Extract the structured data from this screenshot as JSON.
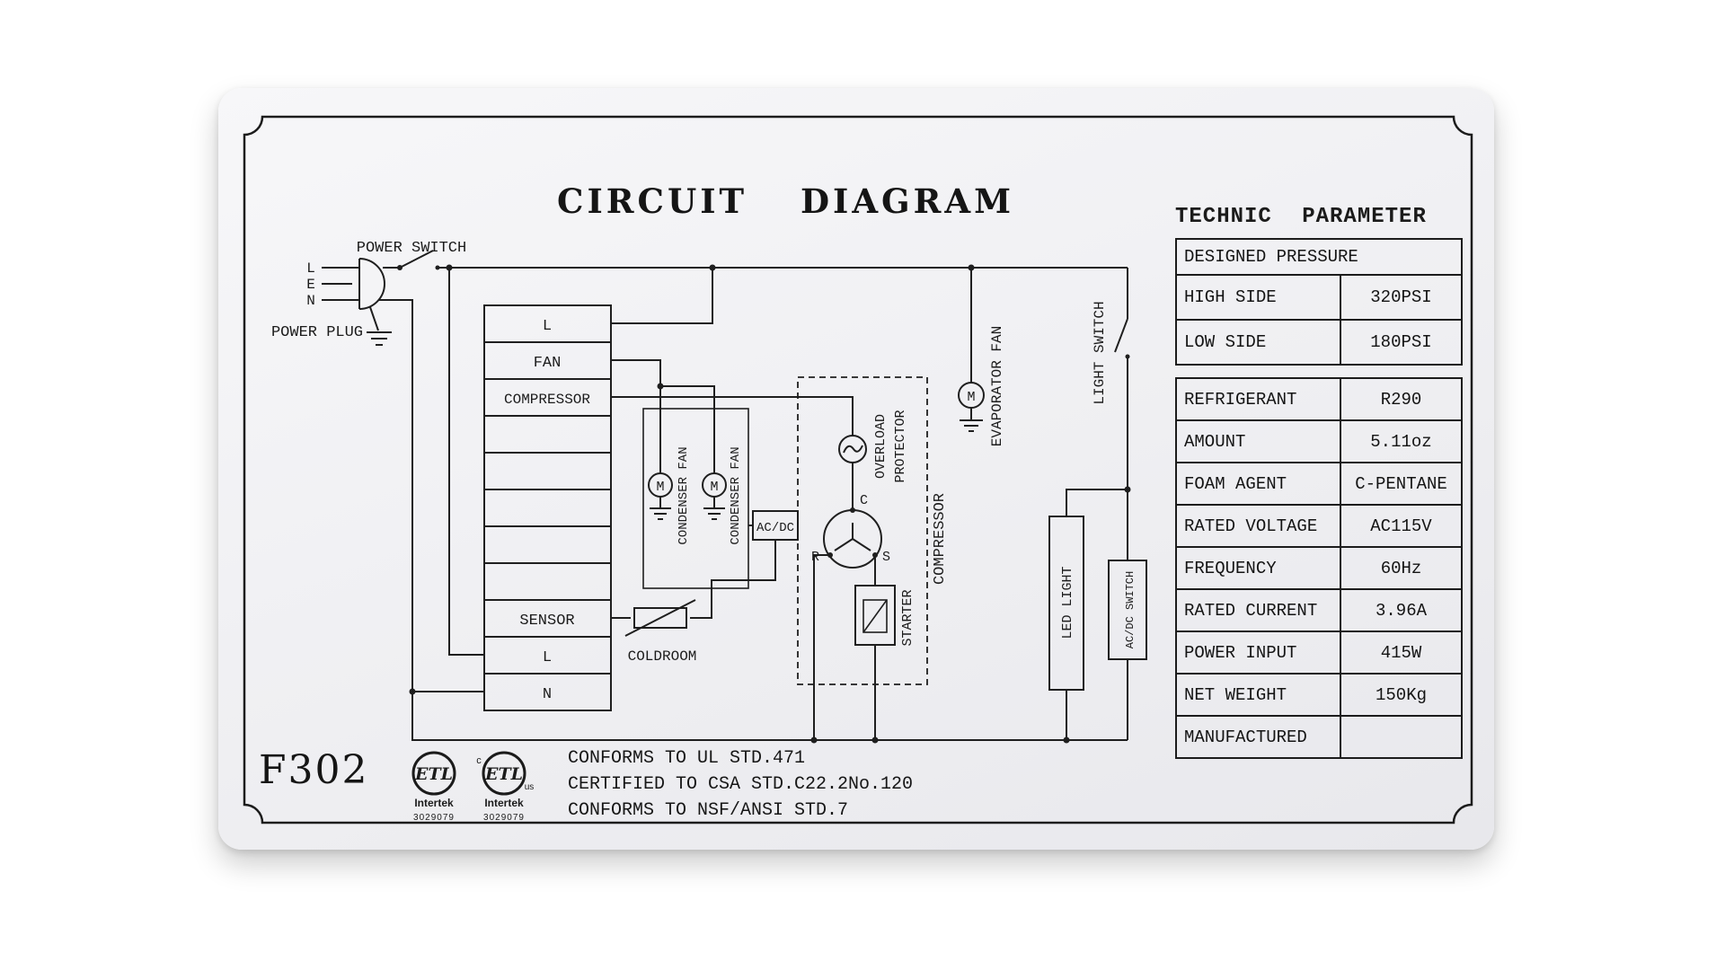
{
  "title": "CIRCUIT DIAGRAM",
  "colors": {
    "ink": "#1f1f1f",
    "label_bg": "#f2f2f4"
  },
  "schematic": {
    "power_switch": "POWER SWITCH",
    "power_plug": "POWER PLUG",
    "plug_pins": [
      "L",
      "E",
      "N"
    ],
    "terminals": [
      "L",
      "FAN",
      "COMPRESSOR",
      "",
      "",
      "",
      "",
      "",
      "SENSOR",
      "L",
      "N"
    ],
    "coldroom": "COLDROOM",
    "condenser_fan": "CONDENSER FAN",
    "acdc": "AC/DC",
    "motor": "M",
    "overload_line1": "OVERLOAD",
    "overload_line2": "PROTECTOR",
    "compressor": "COMPRESSOR",
    "starter": "STARTER",
    "pin_c": "C",
    "pin_r": "R",
    "pin_s": "S",
    "evaporator_fan": "EVAPORATOR FAN",
    "light_switch": "LIGHT SWITCH",
    "led_light": "LED LIGHT",
    "acdc_switch": "AC/DC SWITCH"
  },
  "technic": {
    "heading": "TECHNIC PARAMETER",
    "pressure_header": "DESIGNED PRESSURE",
    "pressure_rows": [
      [
        "HIGH SIDE",
        "320PSI"
      ],
      [
        "LOW SIDE",
        "180PSI"
      ]
    ],
    "spec_rows": [
      [
        "REFRIGERANT",
        "R290"
      ],
      [
        "AMOUNT",
        "5.11oz"
      ],
      [
        "FOAM AGENT",
        "C-PENTANE"
      ],
      [
        "RATED VOLTAGE",
        "AC115V"
      ],
      [
        "FREQUENCY",
        "60Hz"
      ],
      [
        "RATED CURRENT",
        "3.96A"
      ],
      [
        "POWER INPUT",
        "415W"
      ],
      [
        "NET WEIGHT",
        "150Kg"
      ],
      [
        "MANUFACTURED",
        ""
      ]
    ]
  },
  "footer": {
    "model": "F302",
    "conformity": [
      "CONFORMS TO UL STD.471",
      "CERTIFIED TO CSA STD.C22.2No.120",
      "CONFORMS TO NSF/ANSI STD.7"
    ],
    "cert1": {
      "logo": "ETL",
      "company": "Intertek",
      "number": "3029079"
    },
    "cert2": {
      "logo": "ETL",
      "company": "Intertek",
      "number": "3029079",
      "left": "c",
      "right": "us"
    }
  }
}
